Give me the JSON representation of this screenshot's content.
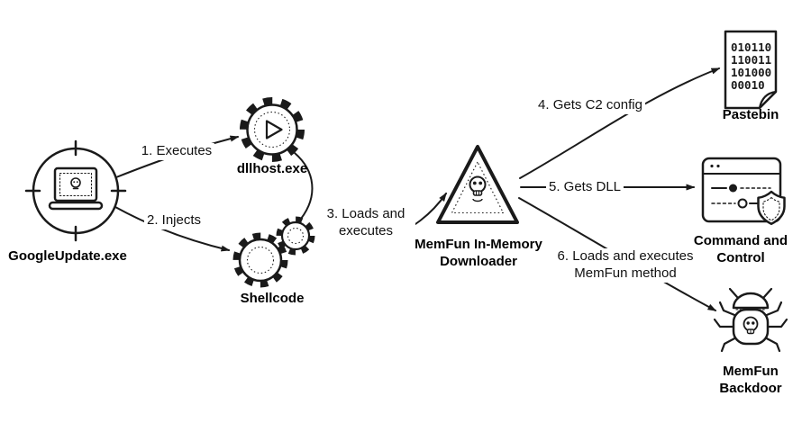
{
  "diagram": {
    "colors": {
      "line": "#1a1a1a",
      "background": "#ffffff"
    },
    "nodes": {
      "google_update": {
        "label": "GoogleUpdate.exe"
      },
      "dllhost": {
        "label": "dllhost.exe"
      },
      "shellcode": {
        "label": "Shellcode"
      },
      "downloader": {
        "label": "MemFun In-Memory Downloader"
      },
      "pastebin": {
        "label": "Pastebin",
        "code_line1": "010110",
        "code_line2": "110011",
        "code_line3": "101000",
        "code_line4": "00010"
      },
      "command_control": {
        "label": "Command and Control"
      },
      "backdoor": {
        "label": "MemFun Backdoor"
      }
    },
    "edges": {
      "step1": {
        "label": "1. Executes"
      },
      "step2": {
        "label": "2. Injects"
      },
      "step3": {
        "label": "3. Loads and executes"
      },
      "step4": {
        "label": "4. Gets C2 config"
      },
      "step5": {
        "label": "5. Gets DLL"
      },
      "step6": {
        "label": "6. Loads and executes MemFun method"
      }
    }
  }
}
